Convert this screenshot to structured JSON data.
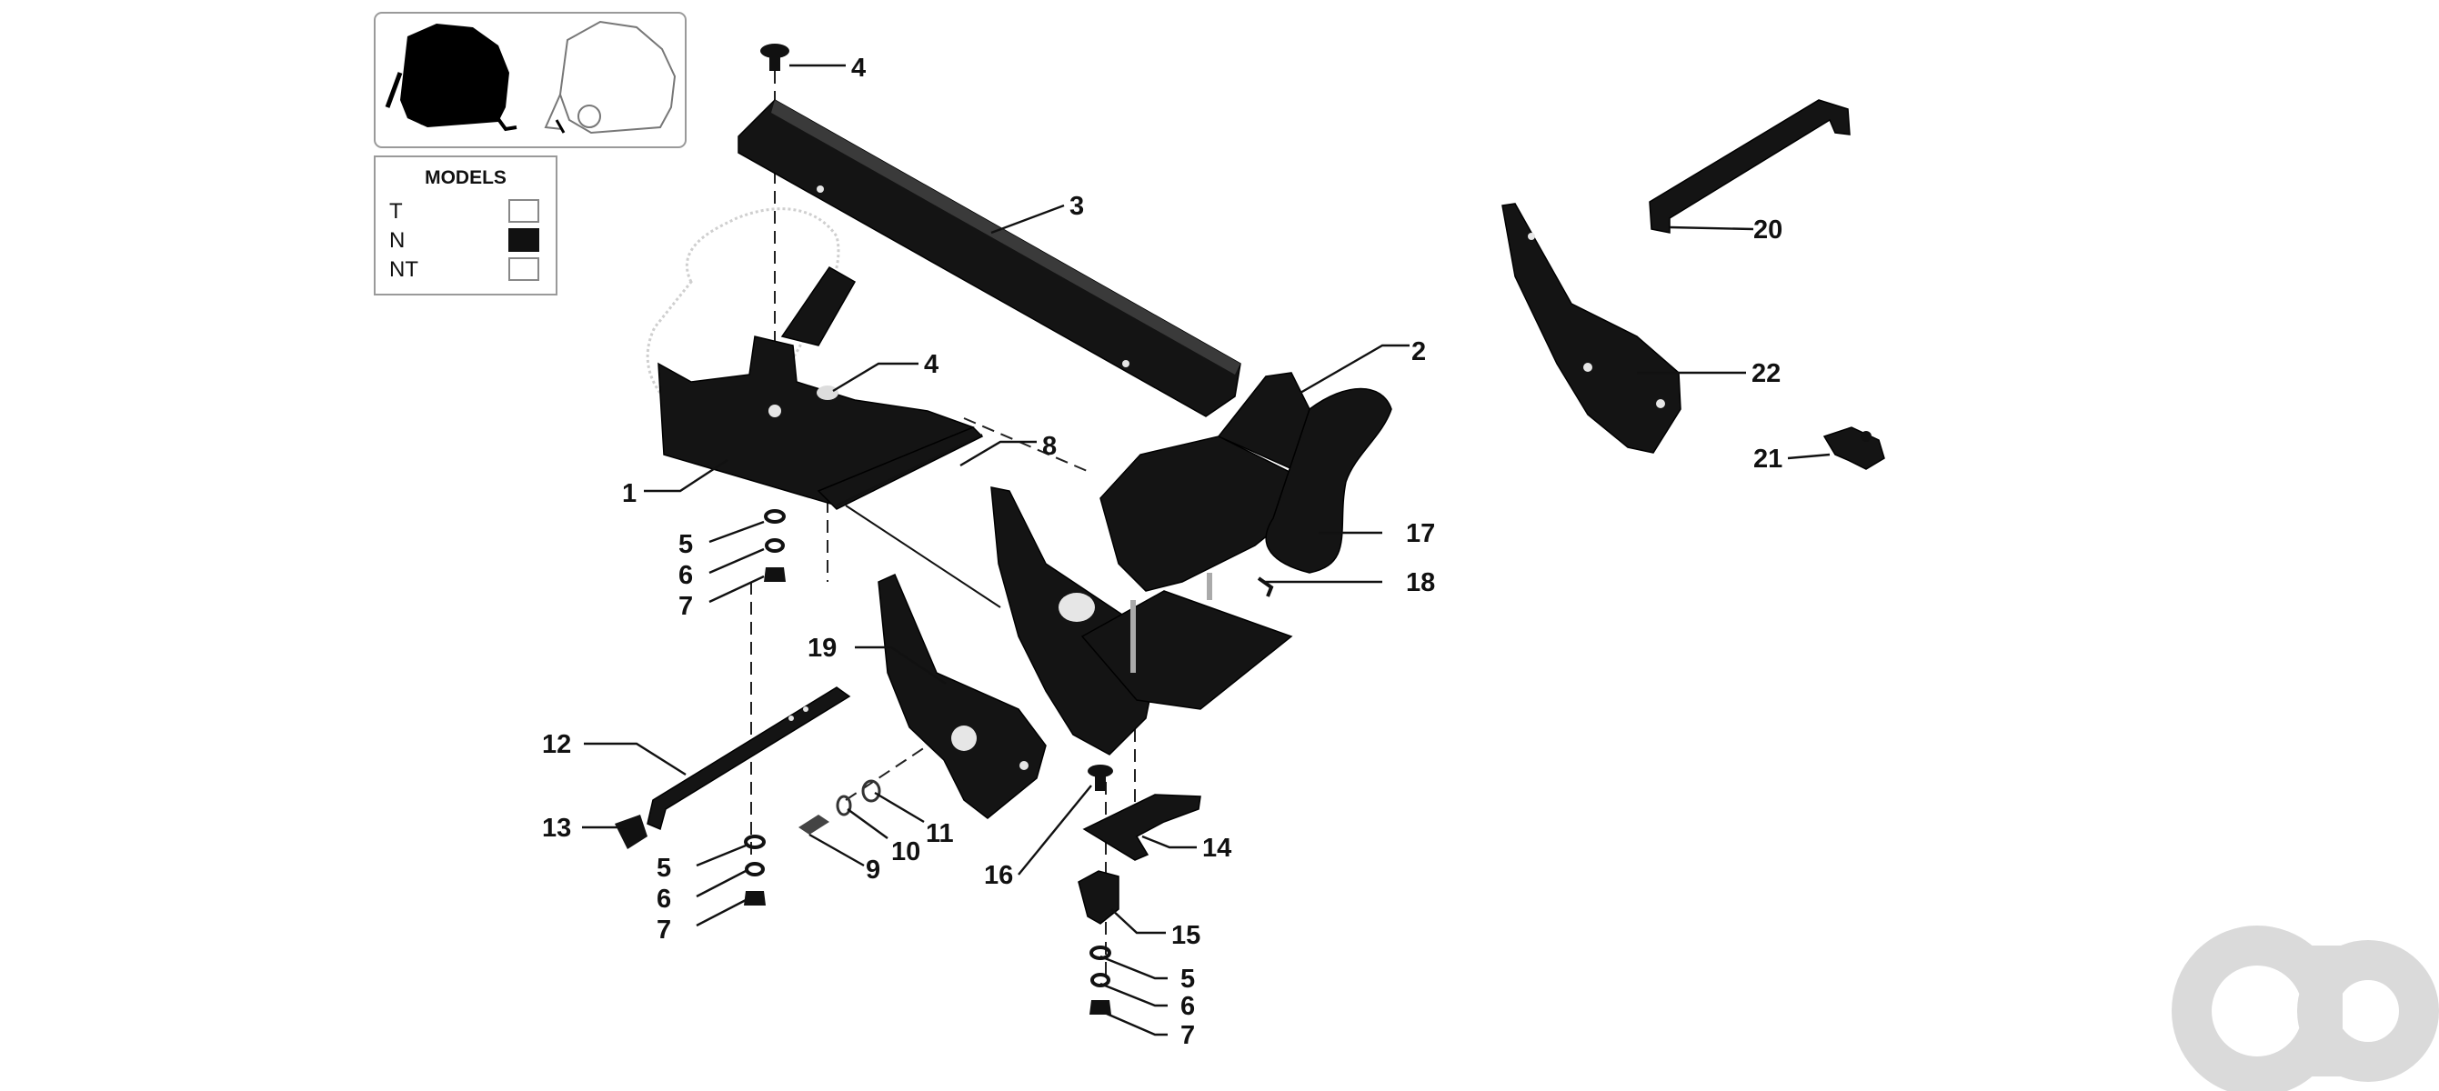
{
  "colors": {
    "part": "#141414",
    "background": "#ffffff",
    "swatch_filled": "#111111",
    "watermark": "#d6d6d6"
  },
  "models": {
    "title": "MODELS",
    "rows": [
      {
        "label": "T",
        "selected": false
      },
      {
        "label": "N",
        "selected": true
      },
      {
        "label": "NT",
        "selected": false
      }
    ]
  },
  "callouts": {
    "c1": "1",
    "c2": "2",
    "c3": "3",
    "c4a": "4",
    "c4b": "4",
    "c5a": "5",
    "c6a": "6",
    "c7a": "7",
    "c5b": "5",
    "c6b": "6",
    "c7b": "7",
    "c5c": "5",
    "c6c": "6",
    "c7c": "7",
    "c8": "8",
    "c9": "9",
    "c10": "10",
    "c11": "11",
    "c12": "12",
    "c13": "13",
    "c14": "14",
    "c15": "15",
    "c16": "16",
    "c17": "17",
    "c18": "18",
    "c19": "19",
    "c20": "20",
    "c21": "21",
    "c22": "22"
  },
  "icons": {
    "thumb_left": "baler-silhouette-icon",
    "thumb_right": "baler-outline-icon",
    "watermark": "ao-logo-icon"
  }
}
